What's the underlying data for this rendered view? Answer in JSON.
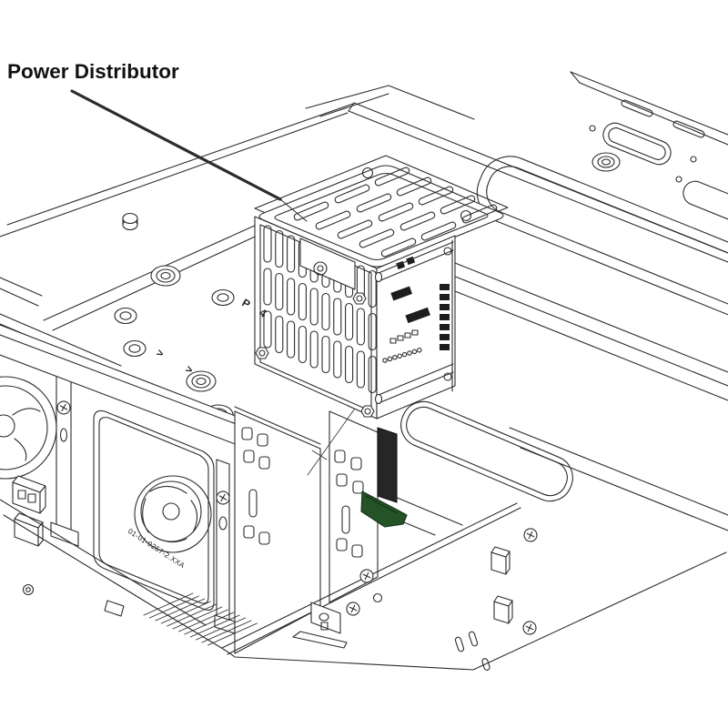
{
  "figure": {
    "title_label": "Power Distributor",
    "fan_part_number": "01-01-9257-2.XXA",
    "embossed_marks": {
      "p1": "P",
      "p2": "P",
      "a1": ">",
      "a2": ">",
      "a3": "4"
    },
    "colors": {
      "background": "#ffffff",
      "line": "#2c2c2c",
      "arrow_shaft": "#262626",
      "arrow_head": "#245426"
    },
    "arrow_meaning": "insert power distributor downward into bay"
  }
}
